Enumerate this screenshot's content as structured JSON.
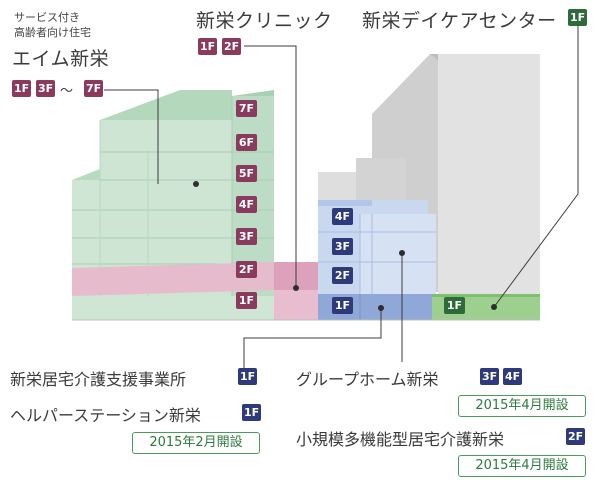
{
  "aim": {
    "subtitle_1": "サービス付き",
    "subtitle_2": "高齢者向け住宅",
    "name": "エイム新栄",
    "floor_1": "1F",
    "floor_2": "3F",
    "tilde": "～",
    "floor_3": "7F"
  },
  "clinic": {
    "name": "新栄クリニック",
    "floor_1": "1F",
    "floor_2": "2F"
  },
  "daycare": {
    "name": "新栄デイケアセンター",
    "floor": "1F"
  },
  "aim_floors": [
    "7F",
    "6F",
    "5F",
    "4F",
    "3F",
    "2F",
    "1F"
  ],
  "group_floors": [
    "4F",
    "3F",
    "2F",
    "1F"
  ],
  "day_floor": "1F",
  "kyotaku": {
    "name": "新栄居宅介護支援事業所",
    "floor": "1F"
  },
  "helper": {
    "name": "ヘルパーステーション新栄",
    "floor": "1F",
    "date": "2015年2月開設"
  },
  "grouphome": {
    "name": "グループホーム新栄",
    "floor_1": "3F",
    "floor_2": "4F",
    "date": "2015年4月開設"
  },
  "small": {
    "name": "小規模多機能型居宅介護新栄",
    "floor": "2F",
    "date": "2015年4月開設"
  },
  "colors": {
    "aim_green": "#cfe6d4",
    "pink": "#e7b9cc",
    "blue": "#c9d8ef",
    "blue_dark": "#8fa8d8",
    "grey": "#d9d9d9",
    "daycare_green": "#9dcf8f",
    "tag_maroon": "#8a3a5d",
    "tag_navy": "#2e3a7a",
    "tag_green": "#2f6a3a"
  }
}
